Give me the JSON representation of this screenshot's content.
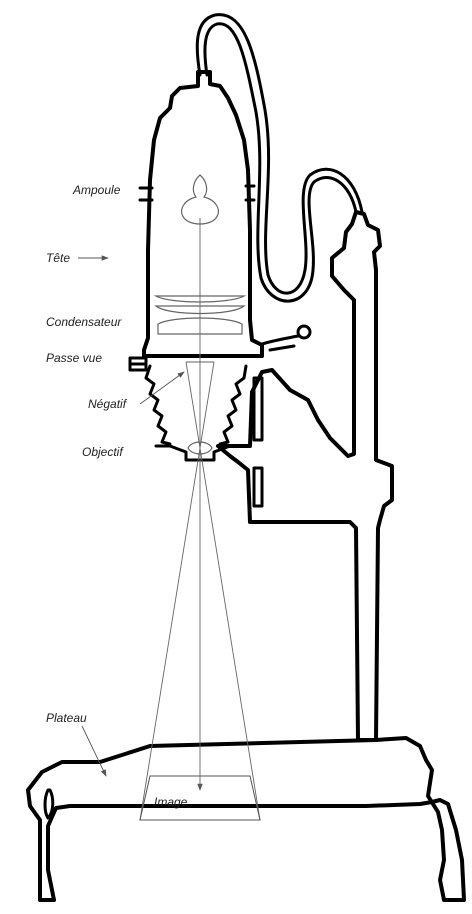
{
  "labels": {
    "ampoule": "Ampoule",
    "tete": "Tête",
    "condensateur": "Condensateur",
    "passe_vue": "Passe vue",
    "negatif": "Négatif",
    "objectif": "Objectif",
    "plateau": "Plateau",
    "image": "Image"
  }
}
